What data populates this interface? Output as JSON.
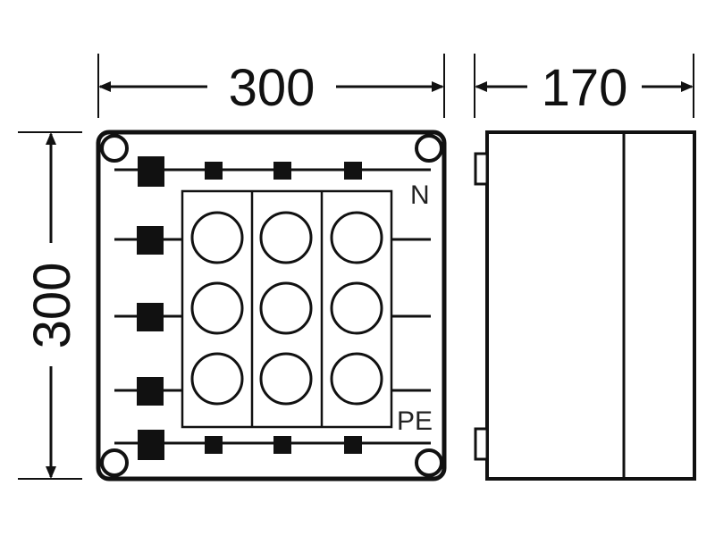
{
  "dimensions": {
    "front_width": "300",
    "side_depth": "170",
    "front_height": "300"
  },
  "labels": {
    "neutral": "N",
    "protective_earth": "PE"
  },
  "colors": {
    "line": "#111111",
    "background": "#ffffff"
  }
}
